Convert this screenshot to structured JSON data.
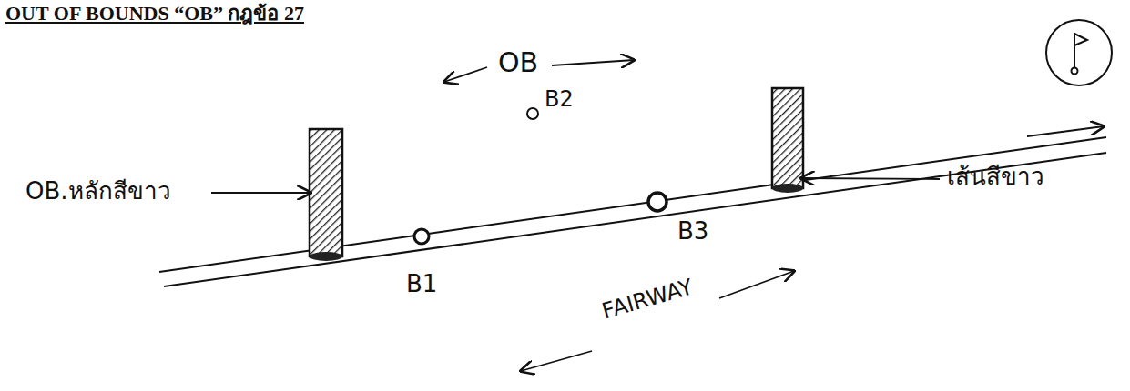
{
  "diagram": {
    "title": "OUT OF BOUNDS “OB”   กฎข้อ 27",
    "labels": [
      "OB",
      "B2",
      "OB.หลักสีขาว",
      "B1",
      "B3",
      "เส้นสีขาว",
      "FAIRWAY"
    ]
  }
}
